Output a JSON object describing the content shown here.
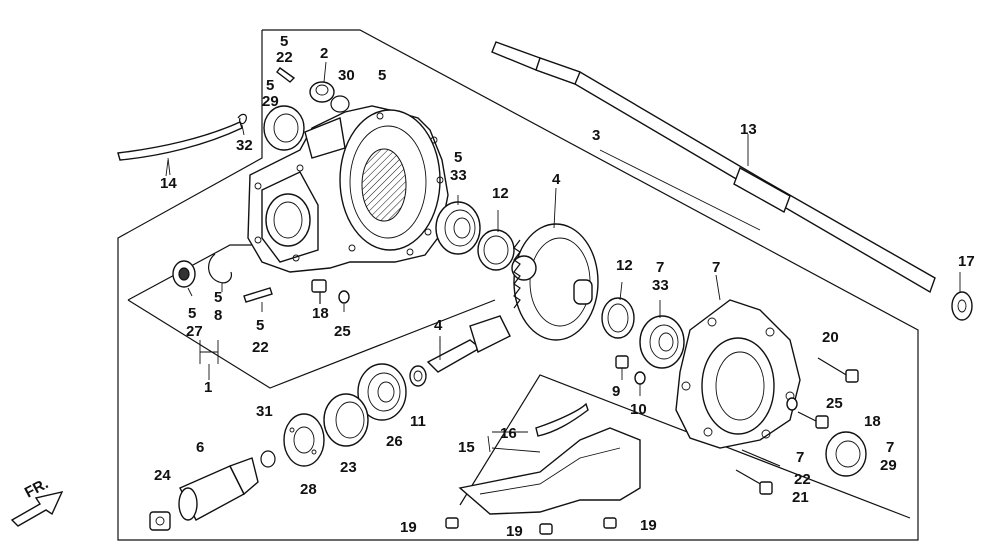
{
  "orientation_marker": "FR.",
  "callouts": {
    "c1": "1",
    "c2": "2",
    "c3": "3",
    "c4a": "4",
    "c4b": "4",
    "c5a": "5",
    "c5b": "5",
    "c5c": "5",
    "c5d": "5",
    "c5e": "5",
    "c5f": "5",
    "c5g": "5",
    "c6": "6",
    "c7a": "7",
    "c7b": "7",
    "c7c": "7",
    "c7d": "7",
    "c8": "8",
    "c9": "9",
    "c10": "10",
    "c11": "11",
    "c12a": "12",
    "c12b": "12",
    "c13": "13",
    "c14": "14",
    "c15": "15",
    "c16": "16",
    "c17": "17",
    "c18a": "18",
    "c18b": "18",
    "c19a": "19",
    "c19b": "19",
    "c19c": "19",
    "c20": "20",
    "c21": "21",
    "c22a": "22",
    "c22b": "22",
    "c22c": "22",
    "c23": "23",
    "c24": "24",
    "c25a": "25",
    "c25b": "25",
    "c26": "26",
    "c27": "27",
    "c28": "28",
    "c29a": "29",
    "c29b": "29",
    "c30": "30",
    "c31": "31",
    "c32": "32",
    "c33a": "33",
    "c33b": "33"
  }
}
